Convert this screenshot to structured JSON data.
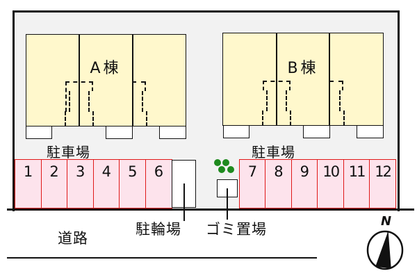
{
  "buildings": [
    {
      "name": "A棟",
      "units": 3
    },
    {
      "name": "B棟",
      "units": 3
    }
  ],
  "parking": {
    "label_a": "駐車場",
    "label_b": "駐車場",
    "slots_a": [
      "1",
      "2",
      "3",
      "4",
      "5",
      "6"
    ],
    "slots_b": [
      "7",
      "8",
      "9",
      "10",
      "11",
      "12"
    ]
  },
  "facilities": {
    "bicycle": "駐輪場",
    "garbage": "ゴミ置場"
  },
  "road": {
    "label": "道路"
  },
  "compass": {
    "label": "N"
  },
  "colors": {
    "lot": "#f2f2f2",
    "building": "#fff8cc",
    "parking_fill": "#fde3ec",
    "parking_border": "#e01818",
    "tree": "#1e8a1e"
  }
}
